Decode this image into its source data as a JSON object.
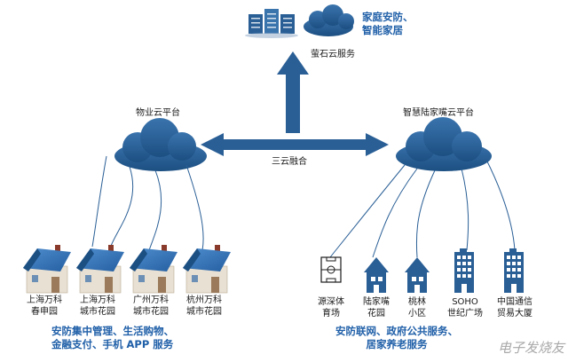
{
  "top": {
    "label_line1": "家庭安防、",
    "label_line2": "智能家居",
    "service": "萤石云服务"
  },
  "left_platform": {
    "title": "物业云平台"
  },
  "right_platform": {
    "title": "智慧陆家嘴云平台"
  },
  "fusion": "三云融合",
  "left_sites": [
    {
      "line1": "上海万科",
      "line2": "春申园"
    },
    {
      "line1": "上海万科",
      "line2": "城市花园"
    },
    {
      "line1": "广州万科",
      "line2": "城市花园"
    },
    {
      "line1": "杭州万科",
      "line2": "城市花园"
    }
  ],
  "right_sites": [
    {
      "line1": "源深体",
      "line2": "育场"
    },
    {
      "line1": "陆家嘴",
      "line2": "花园"
    },
    {
      "line1": "桃林",
      "line2": "小区"
    },
    {
      "line1": "SOHO",
      "line2": "世纪广场"
    },
    {
      "line1": "中国通信",
      "line2": "贸易大厦"
    }
  ],
  "left_caption": {
    "line1": "安防集中管理、生活购物、",
    "line2": "金融支付、手机 APP 服务"
  },
  "right_caption": {
    "line1": "安防联网、政府公共服务、",
    "line2": "居家养老服务"
  },
  "watermark": "电子发烧友",
  "colors": {
    "cloud": "#2a5f96",
    "arrow": "#2a5f96",
    "house": "#2f66a8",
    "text_blue": "#1f5fa8"
  }
}
